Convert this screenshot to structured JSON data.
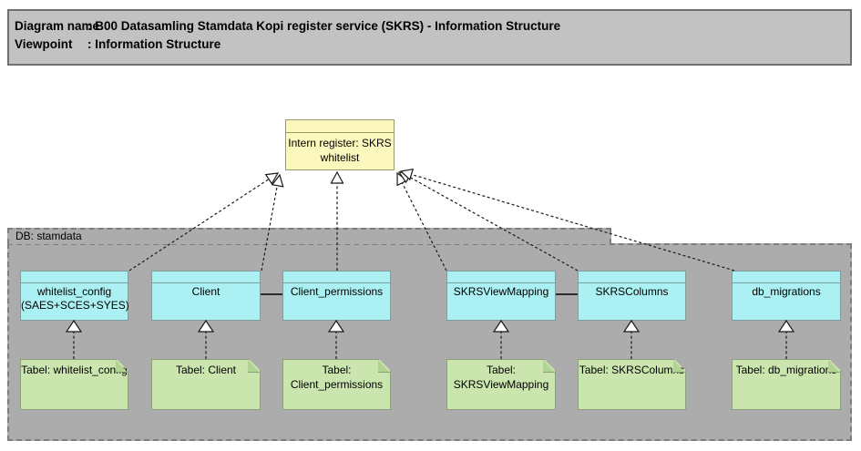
{
  "header": {
    "diagram_name_label": "Diagram name",
    "diagram_name_value": ": B00 Datasamling Stamdata Kopi register service (SKRS) - Information Structure",
    "viewpoint_label": "Viewpoint",
    "viewpoint_value": ": Information Structure"
  },
  "diagram": {
    "register": {
      "label": "Intern register: SKRS whitelist"
    },
    "group": {
      "label": "DB: stamdata"
    },
    "entities": [
      {
        "label": "whitelist_config (SAES+SCES+SYES)"
      },
      {
        "label": "Client"
      },
      {
        "label": "Client_permissions"
      },
      {
        "label": "SKRSViewMapping"
      },
      {
        "label": "SKRSColumns"
      },
      {
        "label": "db_migrations"
      }
    ],
    "tables": [
      {
        "label": "Tabel: whitelist_config"
      },
      {
        "label": "Tabel: Client"
      },
      {
        "label": "Tabel: Client_permissions"
      },
      {
        "label": "Tabel: SKRSViewMapping"
      },
      {
        "label": "Tabel: SKRSColumns"
      },
      {
        "label": "Tabel: db_migrations"
      }
    ],
    "relationships": [
      {
        "source": "whitelist_config (SAES+SCES+SYES)",
        "target": "Intern register: SKRS whitelist",
        "type": "realization"
      },
      {
        "source": "Client",
        "target": "Intern register: SKRS whitelist",
        "type": "realization"
      },
      {
        "source": "Client_permissions",
        "target": "Intern register: SKRS whitelist",
        "type": "realization"
      },
      {
        "source": "SKRSViewMapping",
        "target": "Intern register: SKRS whitelist",
        "type": "realization"
      },
      {
        "source": "SKRSColumns",
        "target": "Intern register: SKRS whitelist",
        "type": "realization"
      },
      {
        "source": "db_migrations",
        "target": "Intern register: SKRS whitelist",
        "type": "realization"
      },
      {
        "source": "Tabel: whitelist_config",
        "target": "whitelist_config (SAES+SCES+SYES)",
        "type": "realization"
      },
      {
        "source": "Tabel: Client",
        "target": "Client",
        "type": "realization"
      },
      {
        "source": "Tabel: Client_permissions",
        "target": "Client_permissions",
        "type": "realization"
      },
      {
        "source": "Tabel: SKRSViewMapping",
        "target": "SKRSViewMapping",
        "type": "realization"
      },
      {
        "source": "Tabel: SKRSColumns",
        "target": "SKRSColumns",
        "type": "realization"
      },
      {
        "source": "Tabel: db_migrations",
        "target": "db_migrations",
        "type": "realization"
      },
      {
        "source": "Client",
        "target": "Client_permissions",
        "type": "association"
      },
      {
        "source": "SKRSViewMapping",
        "target": "SKRSColumns",
        "type": "association"
      }
    ],
    "colors": {
      "register_fill": "#fbf7bd",
      "entity_fill": "#abf0f2",
      "table_fill": "#cbe5af",
      "group_fill": "#acacac",
      "titleblock_fill": "#c2c2c2"
    }
  }
}
